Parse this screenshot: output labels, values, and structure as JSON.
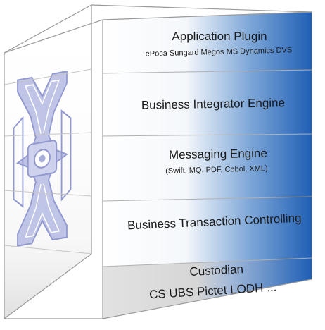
{
  "layers": [
    {
      "title": "Application Plugin",
      "subtitle": "ePoca Sungard Megos MS Dynamics DVS"
    },
    {
      "title": "Business Integrator Engine"
    },
    {
      "title": "Messaging Engine",
      "subtitle": "(Swift, MQ, PDF, Cobol, XML)"
    },
    {
      "title": "Business Transaction Controlling"
    },
    {
      "title": "Custodian",
      "subtitle": "CS UBS Pictet LODH ..."
    }
  ],
  "colors": {
    "front_light": "#ffffff",
    "front_dark": "#1f5fb5",
    "bottom_layer": "#d4d4d4",
    "logo": "#9aa2d6",
    "edges": "#9a9a9a"
  },
  "icons": [
    "x-logo-icon"
  ]
}
